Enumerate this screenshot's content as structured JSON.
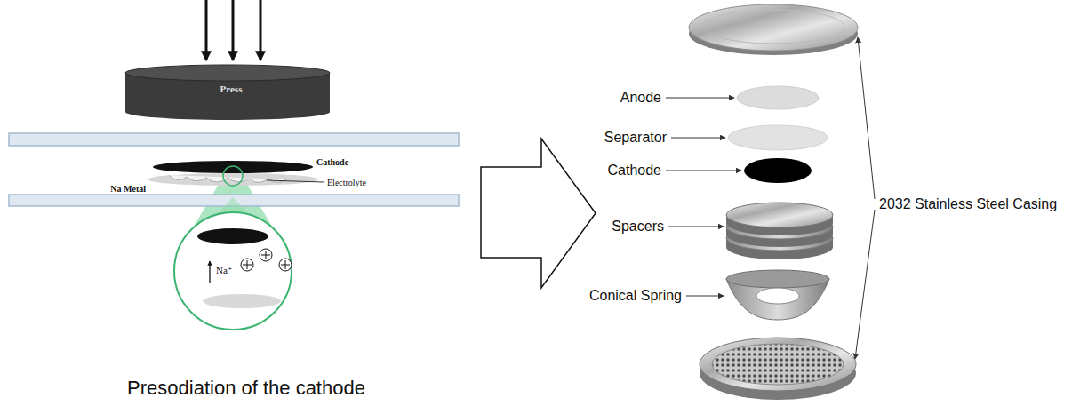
{
  "diagram": {
    "caption": "Presodiation of the cathode",
    "nodes": [
      {
        "text": [
          "Press"
        ]
      }
    ],
    "labels": [
      "Cathode",
      "Electrolyte",
      "Na Metal",
      "Na⁺",
      "Anode",
      "Separator",
      "Cathode",
      "Spacers",
      "Conical Spring",
      "2032 Stainless Steel Casing"
    ]
  }
}
